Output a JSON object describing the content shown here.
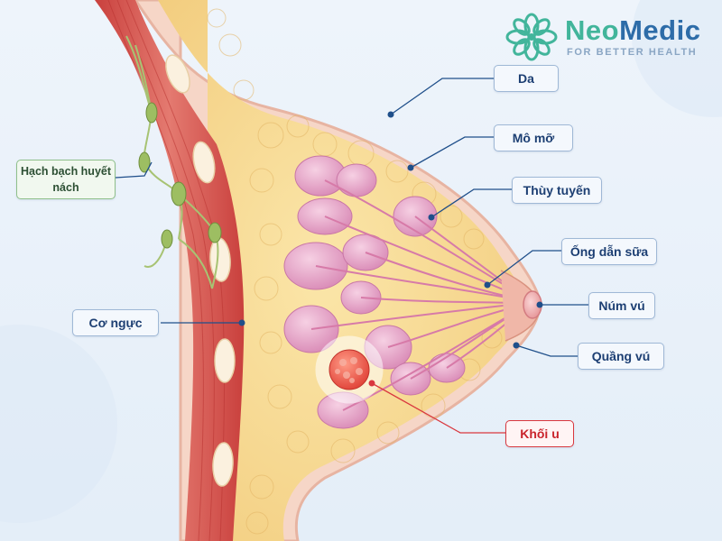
{
  "brand": {
    "name_part1": "Neo",
    "name_part2": "Medic",
    "tagline": "FOR BETTER HEALTH",
    "logo_icon": "flower-logo-icon",
    "colors": {
      "neo": "#42b59b",
      "medic": "#2d6ca8"
    }
  },
  "labels": {
    "skin": "Da",
    "fat_tissue": "Mô mỡ",
    "lobules": "Thùy tuyến",
    "milk_ducts": "Ống dẫn sữa",
    "nipple": "Núm vú",
    "areola": "Quầng vú",
    "tumor": "Khối u",
    "pectoral_muscle": "Cơ ngực",
    "lymph_nodes_line1": "Hạch bạch huyết",
    "lymph_nodes_line2": "nách"
  },
  "colors": {
    "label_border": "#9fb8d6",
    "label_text": "#1d3f73",
    "tumor_accent": "#d9383f",
    "lymph_accent": "#8fc08a",
    "fat": "#f6d88f",
    "muscle": "#d9605a",
    "lobule": "#e7a6c8"
  }
}
